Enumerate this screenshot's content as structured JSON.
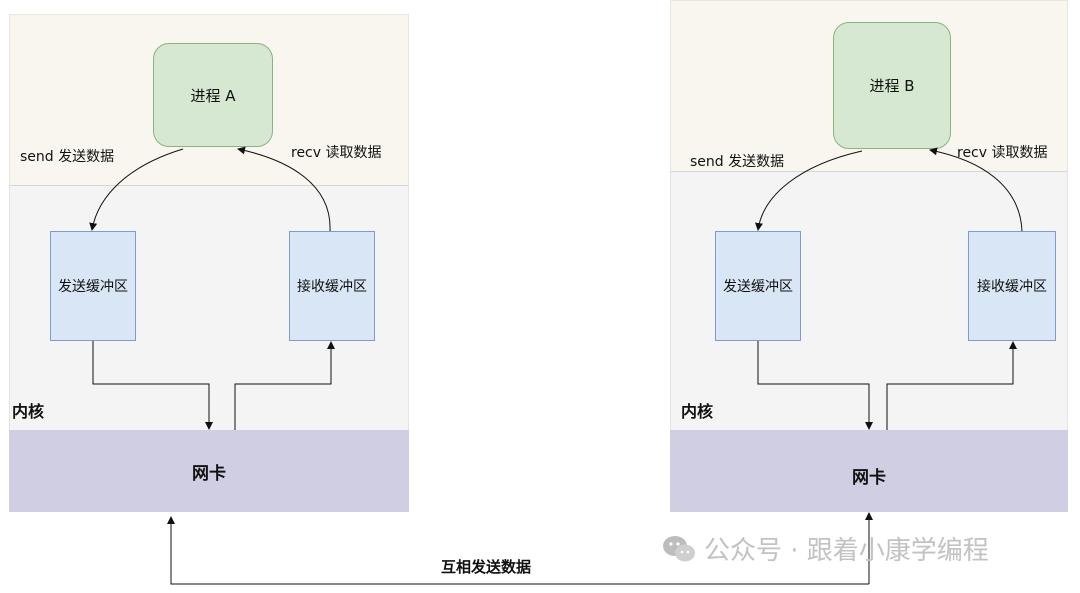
{
  "host_a": {
    "process": "进程 A",
    "send_label": "send 发送数据",
    "recv_label": "recv 读取数据",
    "send_buffer": "发送缓冲区",
    "recv_buffer": "接收缓冲区",
    "kernel_label": "内核",
    "nic_label": "网卡"
  },
  "host_b": {
    "process": "进程 B",
    "send_label": "send 发送数据",
    "recv_label": "recv 读取数据",
    "send_buffer": "发送缓冲区",
    "recv_buffer": "接收缓冲区",
    "kernel_label": "内核",
    "nic_label": "网卡"
  },
  "exchange_label": "互相发送数据",
  "watermark": "公众号 · 跟着小康学编程",
  "colors": {
    "user_space": "#f8f6ee",
    "kernel": "#f4f4f4",
    "nic": "#d0cee3",
    "process": "#d6e8d2",
    "buffer": "#d9e6f6"
  }
}
